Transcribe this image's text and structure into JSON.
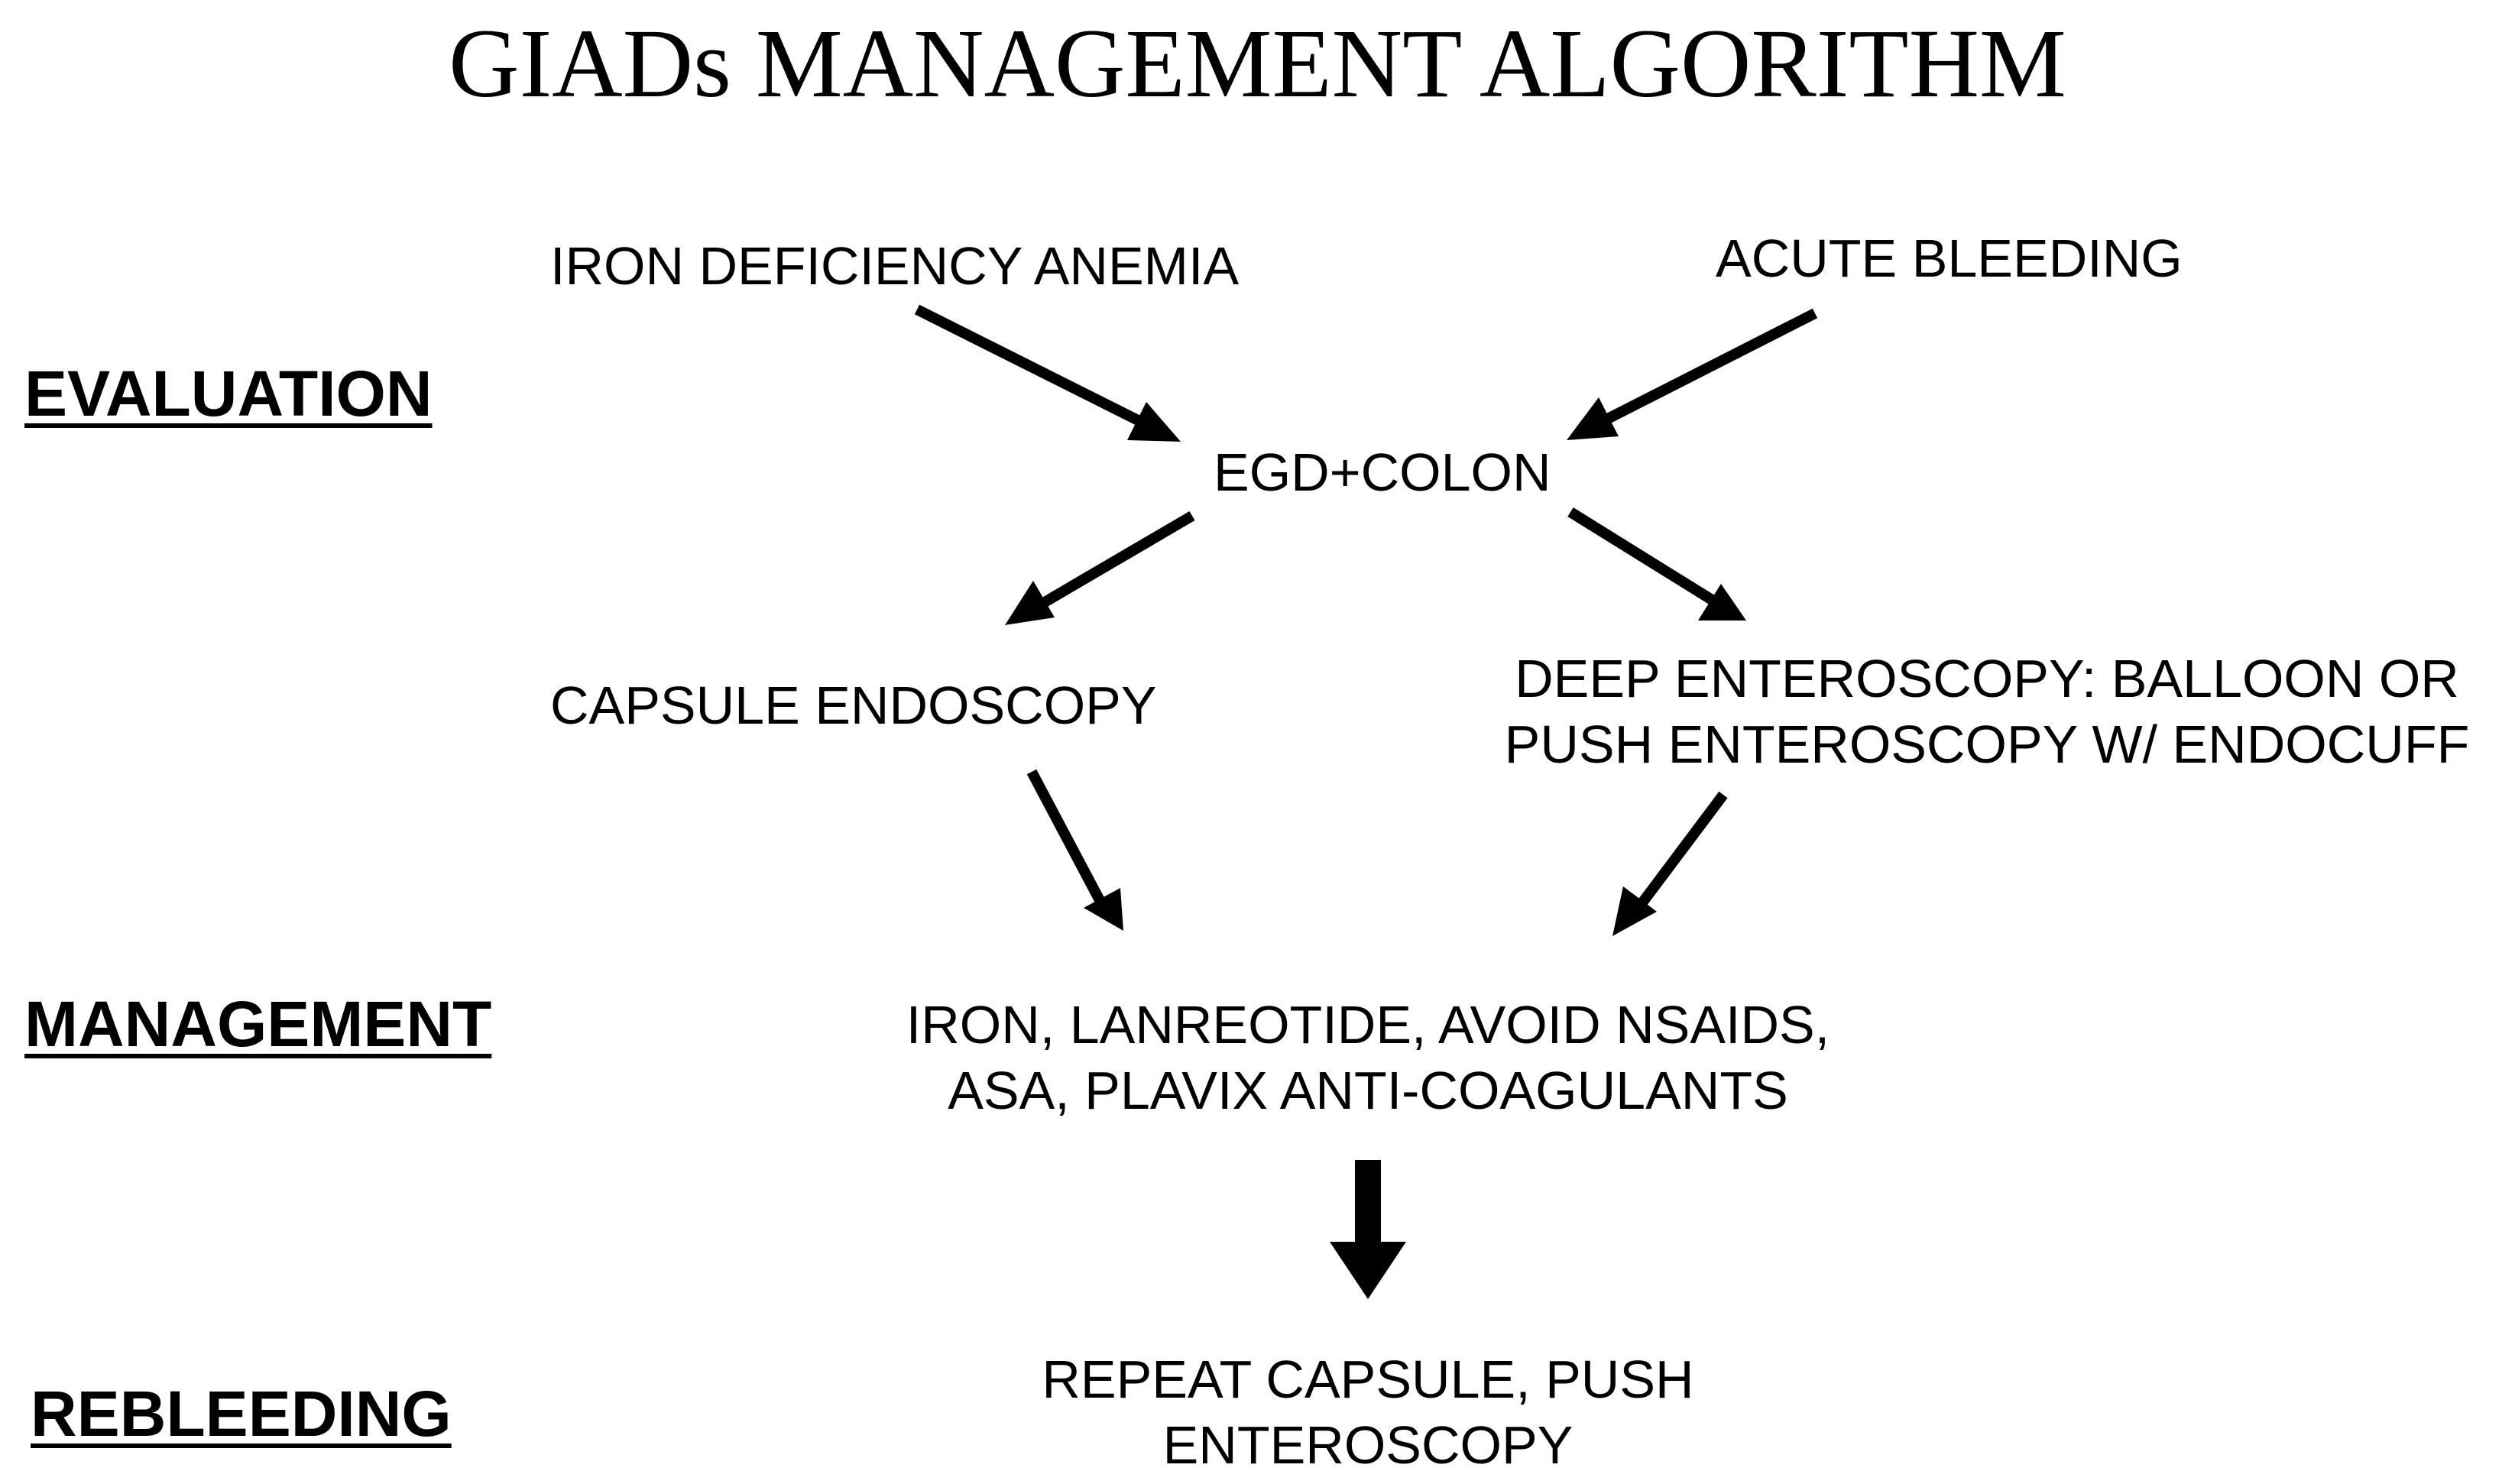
{
  "title": "GIADs MANAGEMENT ALGORITHM",
  "sections": {
    "evaluation": "EVALUATION",
    "management": "MANAGEMENT",
    "rebleeding": "REBLEEDING"
  },
  "nodes": {
    "iron_deficiency_anemia": "IRON DEFICIENCY ANEMIA",
    "acute_bleeding": "ACUTE BLEEDING",
    "egd_colon": "EGD+COLON",
    "capsule_endoscopy": "CAPSULE ENDOSCOPY",
    "deep_enteroscopy": {
      "line1": "DEEP ENTEROSCOPY: BALLOON OR",
      "line2": "PUSH ENTEROSCOPY W/ ENDOCUFF"
    },
    "management_plan": {
      "line1": "IRON, LANREOTIDE, AVOID NSAIDS,",
      "line2": "ASA, PLAVIX ANTI-COAGULANTS"
    },
    "rebleeding_plan": {
      "line1": "REPEAT CAPSULE, PUSH",
      "line2": "ENTEROSCOPY"
    }
  }
}
